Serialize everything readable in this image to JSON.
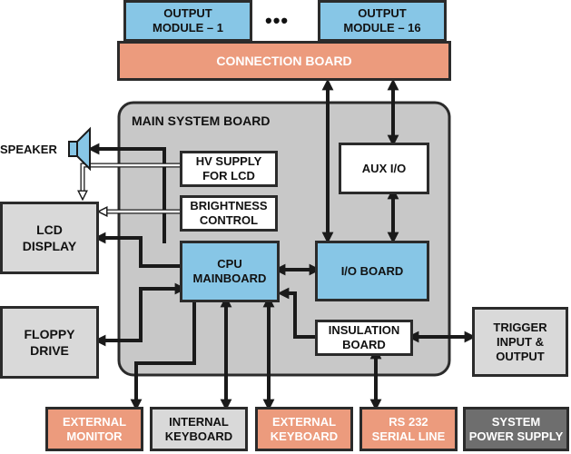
{
  "output_modules": {
    "first": "OUTPUT\nMODULE – 1",
    "ellipsis": "•••",
    "last": "OUTPUT\nMODULE – 16"
  },
  "connection_board": "CONNECTION BOARD",
  "main_board": "MAIN SYSTEM BOARD",
  "speaker": "SPEAKER",
  "hv_supply": "HV SUPPLY\nFOR LCD",
  "brightness": "BRIGHTNESS\nCONTROL",
  "aux_io": "AUX I/O",
  "lcd": "LCD\nDISPLAY",
  "cpu": "CPU\nMAINBOARD",
  "io_board": "I/O BOARD",
  "floppy": "FLOPPY\nDRIVE",
  "insulation": "INSULATION\nBOARD",
  "trigger": "TRIGGER\nINPUT &\nOUTPUT",
  "bottom": {
    "ext_monitor": "EXTERNAL\nMONITOR",
    "int_keyboard": "INTERNAL\nKEYBOARD",
    "ext_keyboard": "EXTERNAL\nKEYBOARD",
    "rs232": "RS 232\nSERIAL LINE",
    "power": "SYSTEM\nPOWER SUPPLY"
  },
  "colors": {
    "blue": "#87c6e6",
    "salmon": "#ec9b7d",
    "board_gray": "#c8c8c8",
    "light_gray": "#d9d9d9",
    "dark_gray": "#6e6e6e",
    "line": "#1a1a1a"
  }
}
